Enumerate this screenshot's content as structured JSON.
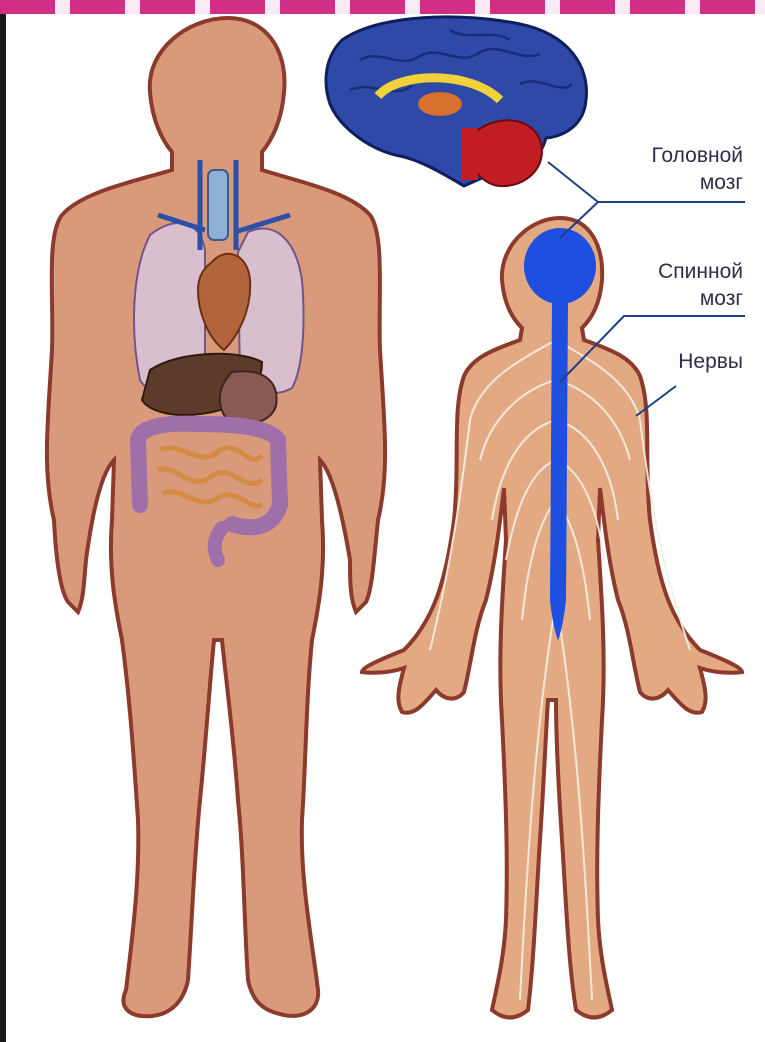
{
  "labels": {
    "brain": "Головной\nмозг",
    "spinal_cord": "Спинной\nмозг",
    "nerves": "Нервы"
  },
  "colors": {
    "skin": "#d99a7c",
    "skin_outline": "#8b3a2b",
    "nervous_blue": "#1e4fe0",
    "brain_dark": "#243a8f",
    "nerve_white": "#f3efe6",
    "top_band": "#d12f86"
  },
  "figures": [
    {
      "name": "internal-organs-body",
      "highlight": "internal organs"
    },
    {
      "name": "nervous-system-body",
      "highlight": "nervous system"
    }
  ]
}
